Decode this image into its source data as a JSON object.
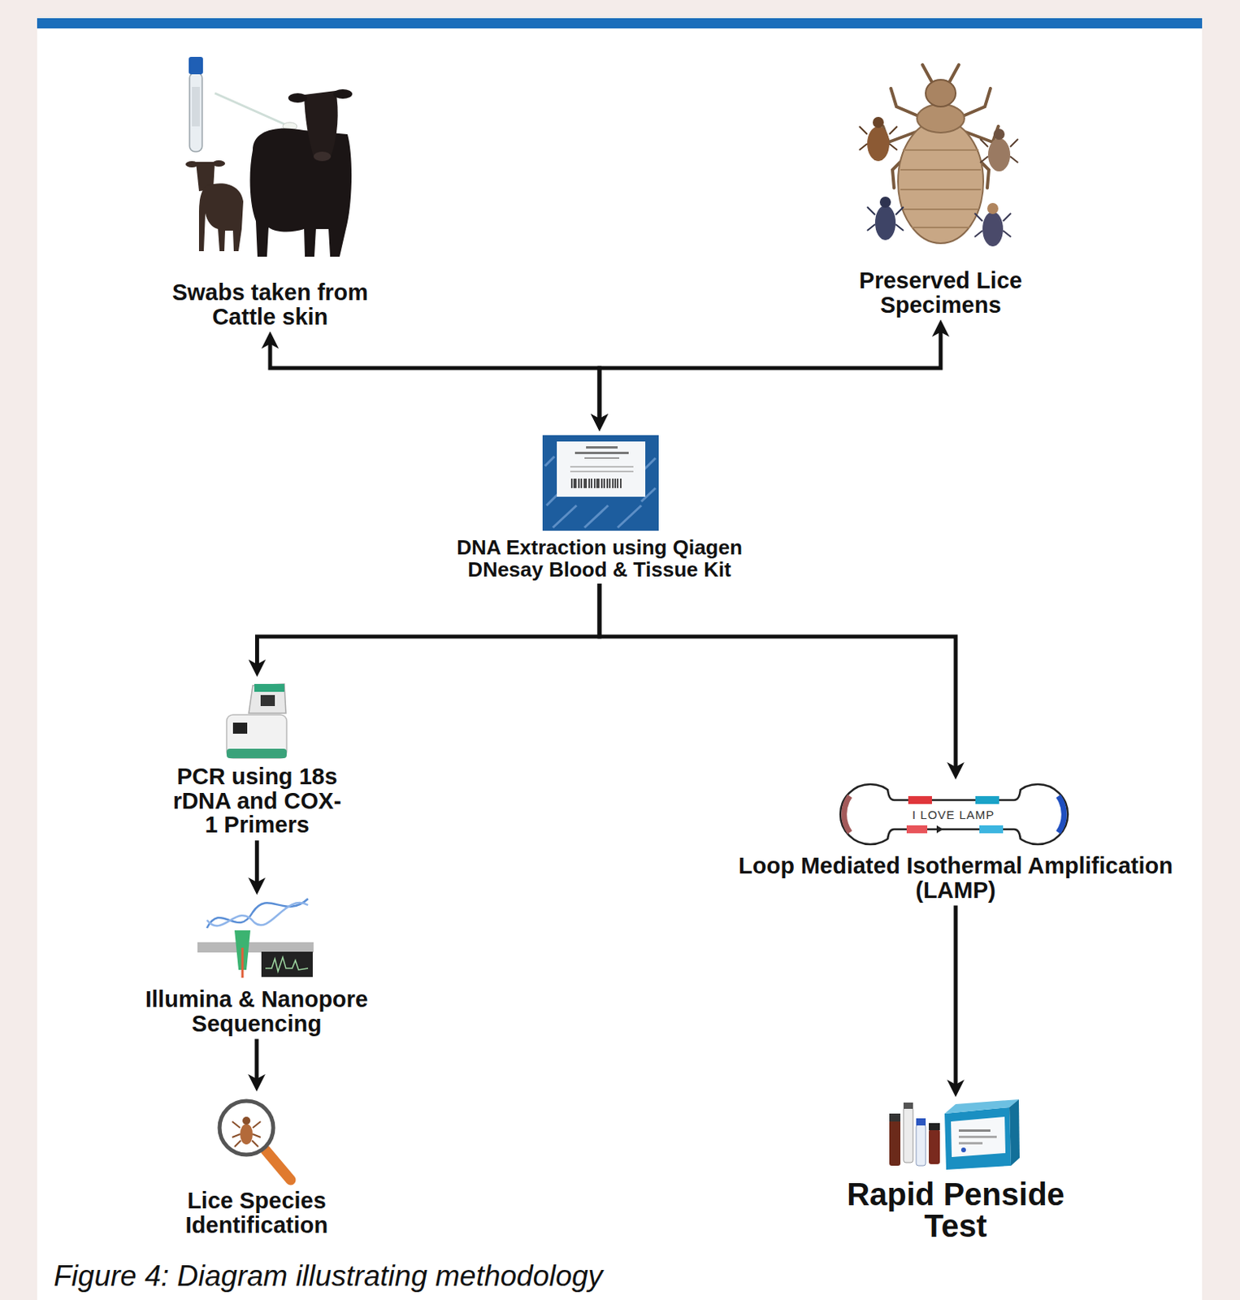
{
  "diagram": {
    "caption": "Figure 4: Diagram illustrating methodology",
    "nodes": [
      {
        "text": [
          "Swabs taken from Cattle skin"
        ]
      },
      {
        "text": [
          "Preserved Lice Specimens"
        ]
      },
      {
        "text": [
          "DNA Extraction using Qiagen DNesay Blood & Tissue Kit"
        ]
      },
      {
        "text": [
          "PCR using 18s rDNA and COX-1 Primers"
        ]
      },
      {
        "text": [
          "Loop Mediated Isothermal Amplification (LAMP)"
        ]
      },
      {
        "text": [
          "Illumina & Nanopore Sequencing"
        ]
      },
      {
        "text": [
          "Lice Species Identification"
        ]
      },
      {
        "text": [
          "Rapid Penside Test"
        ]
      }
    ],
    "edges": [
      {
        "from": 0,
        "to": 2,
        "arrow": "both"
      },
      {
        "from": 1,
        "to": 2,
        "arrow": "both"
      },
      {
        "from": 2,
        "to": 3,
        "arrow": "to"
      },
      {
        "from": 2,
        "to": 4,
        "arrow": "to"
      },
      {
        "from": 3,
        "to": 5,
        "arrow": "to"
      },
      {
        "from": 5,
        "to": 6,
        "arrow": "to"
      },
      {
        "from": 4,
        "to": 7,
        "arrow": "to"
      }
    ],
    "labels": [
      "I LOVE LAMP"
    ]
  }
}
